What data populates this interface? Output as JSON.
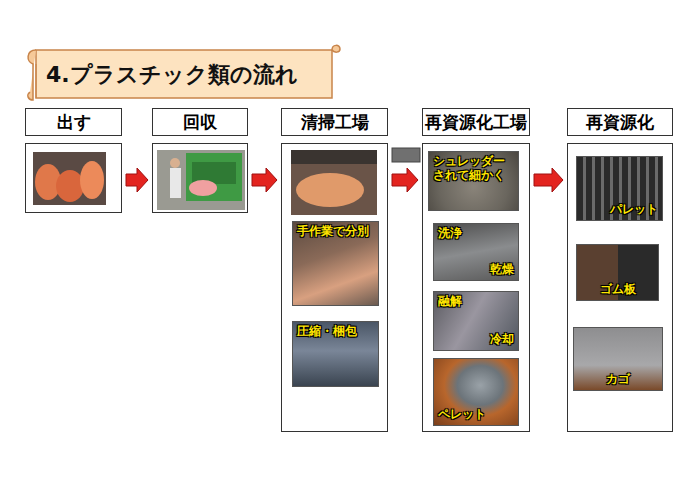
{
  "diagram": {
    "title": "4.プラスチック類の流れ",
    "nodes": [
      {
        "text": [
          "出す"
        ]
      },
      {
        "text": [
          "回収"
        ]
      },
      {
        "text": [
          "清掃工場"
        ]
      },
      {
        "text": [
          "手作業で分別"
        ],
        "in": 2
      },
      {
        "text": [
          "圧縮・梱包"
        ],
        "in": 2
      },
      {
        "text": [
          "再資源化工場"
        ]
      },
      {
        "text": [
          "シュレッダー されて細かく"
        ],
        "in": 5
      },
      {
        "text": [
          "洗浄",
          "乾燥"
        ],
        "in": 5
      },
      {
        "text": [
          "融解",
          "冷却"
        ],
        "in": 5
      },
      {
        "text": [
          "ペレット"
        ],
        "in": 5
      },
      {
        "text": [
          "再資源化"
        ]
      },
      {
        "text": [
          "パレット"
        ],
        "in": 10
      },
      {
        "text": [
          "ゴム板"
        ],
        "in": 10
      },
      {
        "text": [
          "カゴ"
        ],
        "in": 10
      }
    ],
    "edges": [
      {
        "from": 0,
        "to": 1,
        "arrow": "to"
      },
      {
        "from": 1,
        "to": 2,
        "arrow": "to"
      },
      {
        "from": 2,
        "to": 5,
        "arrow": "to"
      },
      {
        "from": 5,
        "to": 10,
        "arrow": "to"
      }
    ]
  }
}
